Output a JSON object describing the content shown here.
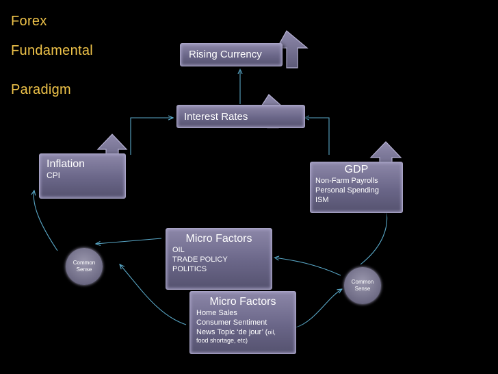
{
  "title_lines": [
    "Forex",
    "Fundamental",
    "Paradigm"
  ],
  "boxes": {
    "rising_currency": {
      "label": "Rising Currency"
    },
    "interest_rates": {
      "label": "Interest Rates"
    },
    "inflation": {
      "label": "Inflation",
      "sub": "CPI"
    },
    "gdp": {
      "label": "GDP",
      "sub": [
        "Non-Farm Payrolls",
        "Personal Spending",
        "ISM"
      ]
    },
    "micro_factors_top": {
      "label": "Micro Factors",
      "sub": [
        "OIL",
        "TRADE POLICY",
        "POLITICS"
      ]
    },
    "micro_factors_bottom": {
      "label": "Micro Factors",
      "sub": [
        "Home Sales",
        "Consumer Sentiment",
        "News Topic ‘de jour’ (",
        "oil,",
        "food shortage, etc)"
      ]
    }
  },
  "common_sense": {
    "line1": "Common",
    "line2": "Sense"
  },
  "colors": {
    "title": "#f0c44a",
    "connector": "#5aa9c9",
    "box": "#6a6688"
  }
}
